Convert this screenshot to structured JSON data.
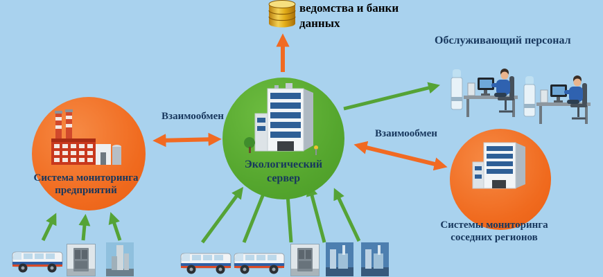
{
  "colors": {
    "background": "#a9d2ee",
    "orange": "#f16a22",
    "green_circle": "#56a82f",
    "green_arrow": "#55a336",
    "label_text": "#17375d",
    "top_label_text": "#000000"
  },
  "nodes": {
    "databanks": {
      "icon": "database-cylinder-icon",
      "label": "ведомства и банки данных"
    },
    "eco_server": {
      "lines": [
        "Экологический",
        "сервер"
      ]
    },
    "enterprise_monitoring": {
      "lines": [
        "Система мониторинга",
        "предприятий"
      ]
    },
    "neighbor_regions": {
      "lines": [
        "Системы мониторинга",
        "соседних регионов"
      ]
    },
    "personnel": {
      "label": "Обслуживающий персонал"
    }
  },
  "edges": {
    "exchange_left_label": "Взаимообмен",
    "exchange_right_label": "Взаимообмен"
  }
}
